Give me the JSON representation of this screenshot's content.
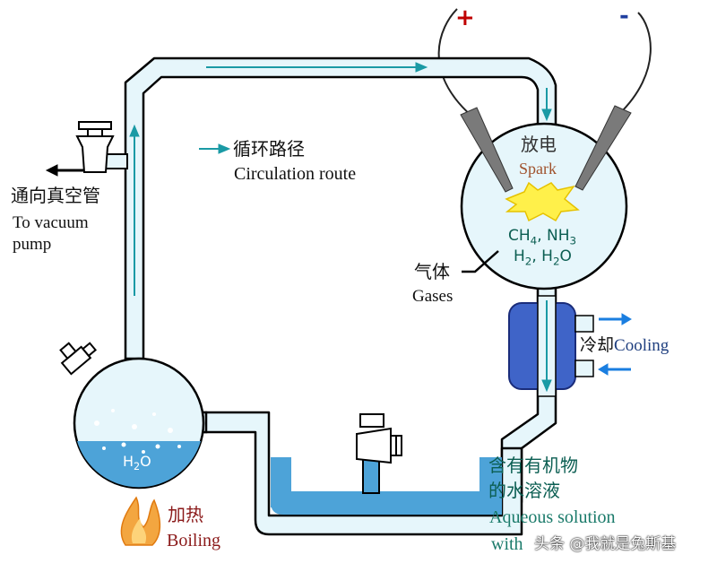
{
  "electrodes": {
    "positive": "+",
    "negative": "-"
  },
  "spark": {
    "cn": "放电",
    "en": "Spark"
  },
  "gas_formula": {
    "line1": {
      "ch": "CH",
      "ch_sub": "4",
      "sep": ", NH",
      "nh_sub": "3"
    },
    "line2": {
      "h": "H",
      "h_sub": "2",
      "sep": ", H",
      "h2o_sub": "2",
      "o": "O"
    }
  },
  "gases": {
    "cn": "气体",
    "en": "Gases"
  },
  "vacuum": {
    "cn": "通向真空管",
    "en_line1": "To vacuum",
    "en_line2": "pump"
  },
  "circulation": {
    "cn": "循环路径",
    "en": "Circulation route"
  },
  "cooling": {
    "cn": "冷却",
    "en": "Cooling"
  },
  "flask_water": {
    "h": "H",
    "sub": "2",
    "o": "O"
  },
  "boiling": {
    "cn": "加热",
    "en": "Boiling"
  },
  "solution": {
    "cn_line1": "含有有机物",
    "cn_line2": "的水溶液",
    "en_line1": "Aqueous solution",
    "en_line2": "with"
  },
  "watermark": "头条 @我就是兔斯基",
  "colors": {
    "tube_fill": "#e6f6fb",
    "tube_outline": "#000000",
    "water": "#4da3d8",
    "arrow": "#1a9aa5",
    "electrode": "#7a7a7a",
    "spark": "#fff04a",
    "condenser": "#3f64c8",
    "cooling_arrow": "#1a7ee0",
    "spark_text": "#a0522d",
    "boiling_text": "#8b1a1a",
    "solution_text": "#0b5e52",
    "plus": "#c00000",
    "minus": "#1f3f9f"
  },
  "icons": [
    "stopcock-valve-icon",
    "flame-icon",
    "circulation-arrow-icon",
    "flow-arrow-icon",
    "cooling-arrow-icon",
    "electrode-icon",
    "spark-icon"
  ]
}
